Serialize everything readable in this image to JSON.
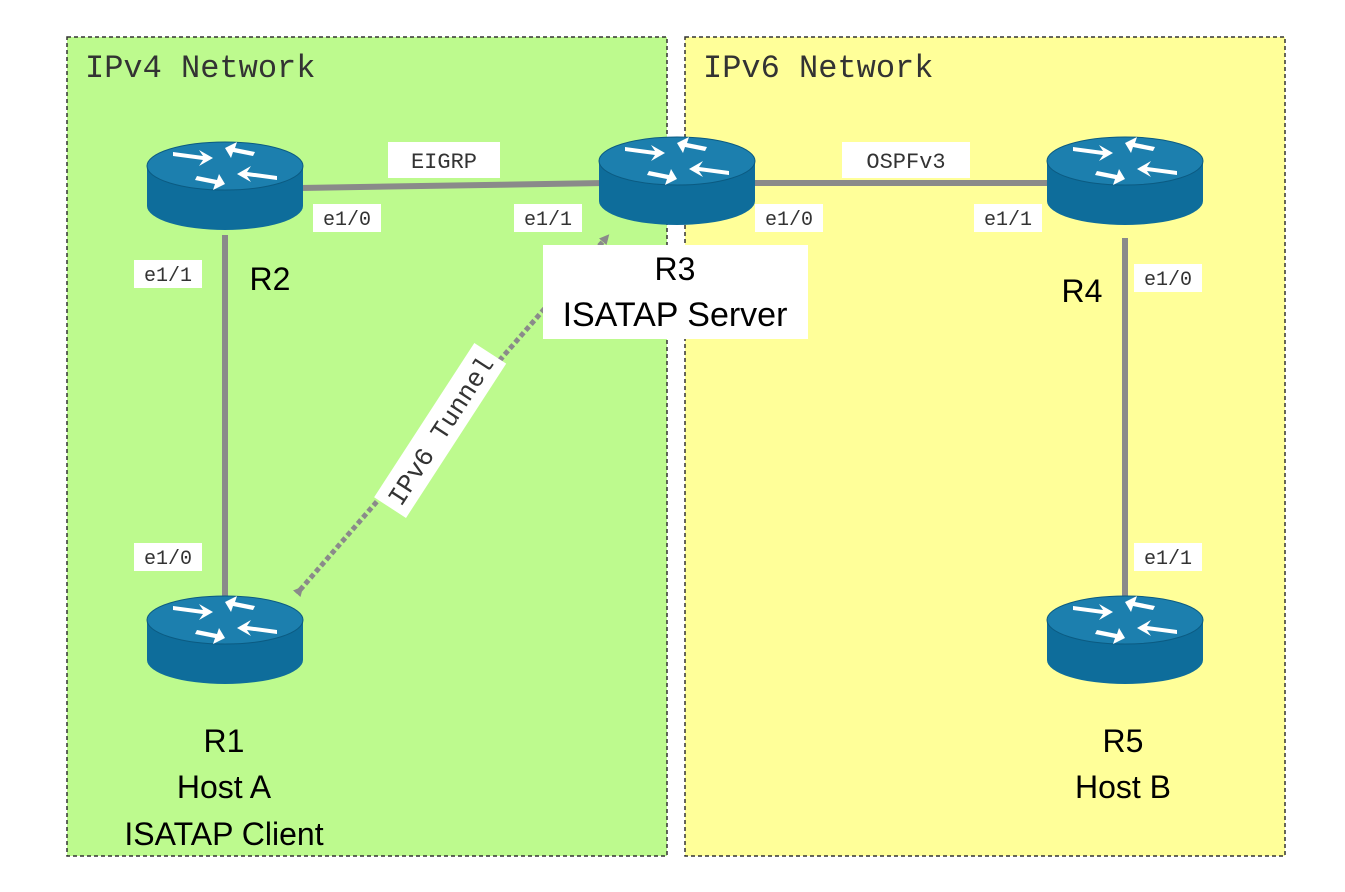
{
  "zones": {
    "ipv4": {
      "label": "IPv4 Network",
      "fill": "#bdfa8e"
    },
    "ipv6": {
      "label": "IPv6 Network",
      "fill": "#ffff99"
    }
  },
  "colors": {
    "router_fill": "#0e6d9b",
    "router_top": "#1c7fae",
    "link": "#8a8a8a",
    "zone_border": "#333333"
  },
  "routers": {
    "r1": {
      "name": "R1",
      "line2": "Host A",
      "line3": "ISATAP Client",
      "icon": "router-icon"
    },
    "r2": {
      "name": "R2",
      "icon": "router-icon"
    },
    "r3": {
      "name": "R3",
      "line2": "ISATAP Server",
      "icon": "router-icon"
    },
    "r4": {
      "name": "R4",
      "icon": "router-icon"
    },
    "r5": {
      "name": "R5",
      "line2": "Host B",
      "icon": "router-icon"
    }
  },
  "links": {
    "r2_r3": {
      "protocol": "EIGRP",
      "a_if": "e1/0",
      "b_if": "e1/1"
    },
    "r3_r4": {
      "protocol": "OSPFv3",
      "a_if": "e1/0",
      "b_if": "e1/1"
    },
    "r2_r1": {
      "a_if": "e1/1",
      "b_if": "e1/0"
    },
    "r4_r5": {
      "a_if": "e1/0",
      "b_if": "e1/1"
    },
    "tunnel": {
      "label": "IPv6 Tunnel"
    }
  }
}
